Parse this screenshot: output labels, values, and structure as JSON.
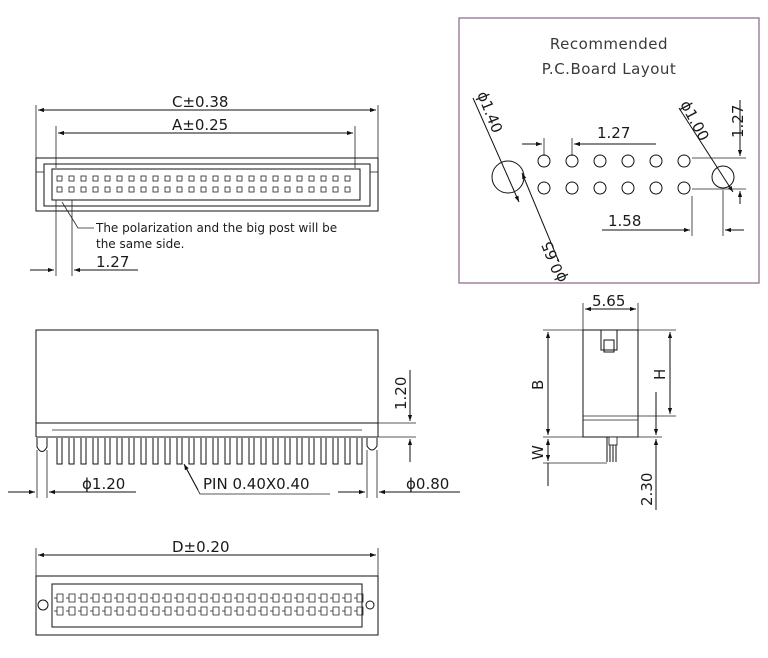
{
  "top_view": {
    "dim_c": "C±0.38",
    "dim_a": "A±0.25",
    "pitch": "1.27",
    "note_line1": "The polarization and the big post will be",
    "note_line2": "the same side."
  },
  "pcb_layout": {
    "title_line1": "Recommended",
    "title_line2": "P.C.Board Layout",
    "post_hole_dia": "ϕ1.40",
    "pin_hole_dia": "ϕ0.65",
    "small_post_dia": "ϕ1.00",
    "pitch_h": "1.27",
    "pitch_v": "1.27",
    "offset": "1.58",
    "frame_color": "#9a7a9a"
  },
  "front_view": {
    "height": "1.20",
    "post_dia_left": "ϕ1.20",
    "pin_size": "PIN 0.40X0.40",
    "post_dia_right": "ϕ0.80"
  },
  "side_view": {
    "width": "5.65",
    "dim_b": "B",
    "dim_h": "H",
    "dim_w": "W",
    "pin_len": "2.30"
  },
  "bottom_view": {
    "dim_d": "D±0.20"
  }
}
